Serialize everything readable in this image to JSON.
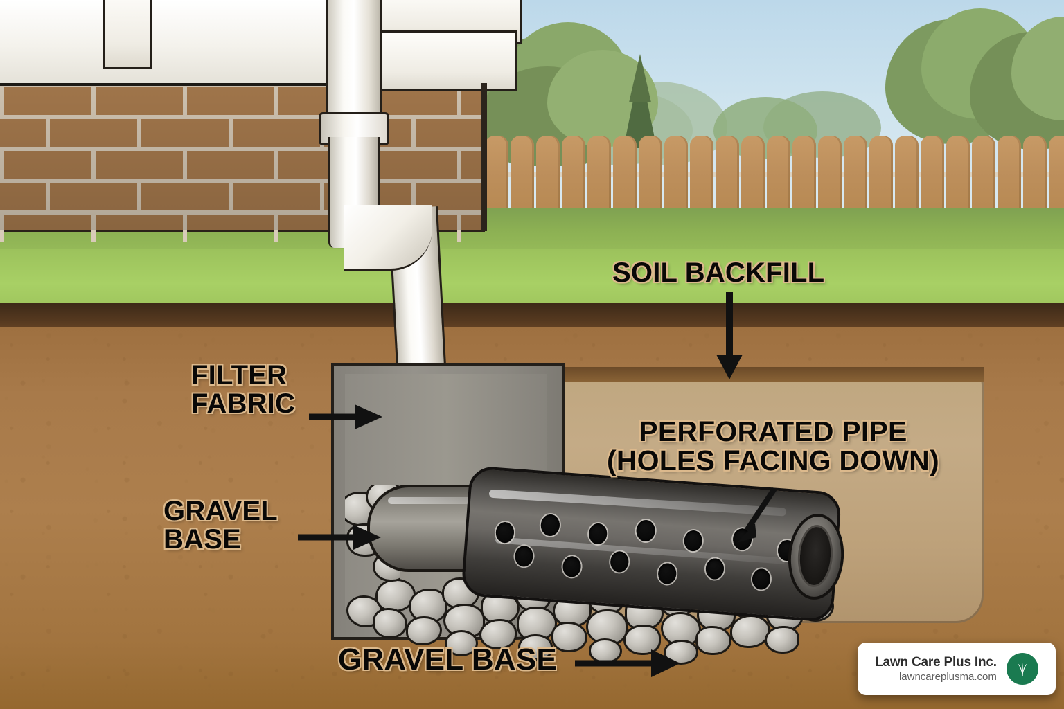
{
  "scene": {
    "title": "French drain / foundation drainage cross-section",
    "colors": {
      "sky": "#cfe4ef",
      "lawn_green": "#a8d065",
      "grass_dark": "#7fa152",
      "soil": "#a87a4a",
      "topsoil": "#54381f",
      "backfill": "#c0a582",
      "filter_fabric": "#8d8a84",
      "gravel": "#b6b3ac",
      "pipe_black": "#3a3835",
      "pipe_grey": "#8b8880",
      "brick": "#a87b4e",
      "mortar": "#d8cbb8",
      "downspout_white": "#f7f5ef",
      "fence_wood": "#bd8f5c",
      "label_text": "#090807",
      "label_outline": "#dcb98c",
      "logo_green": "#1a7a50"
    }
  },
  "labels": [
    {
      "id": "soil-backfill",
      "text": "SOIL BACKFILL",
      "arrow": "down"
    },
    {
      "id": "filter-fabric",
      "text": "FILTER\nFABRIC",
      "arrow": "right"
    },
    {
      "id": "perforated-pipe",
      "text": "PERFORATED PIPE\n(HOLES FACING DOWN)",
      "arrow": "down-left"
    },
    {
      "id": "gravel-base-left",
      "text": "GRAVEL\nBASE",
      "arrow": "right"
    },
    {
      "id": "gravel-base-bottom",
      "text": "GRAVEL BASE",
      "arrow": "right"
    }
  ],
  "logo": {
    "company": "Lawn Care Plus Inc.",
    "website": "lawncareplusma.com",
    "mark": "grass-icon"
  }
}
